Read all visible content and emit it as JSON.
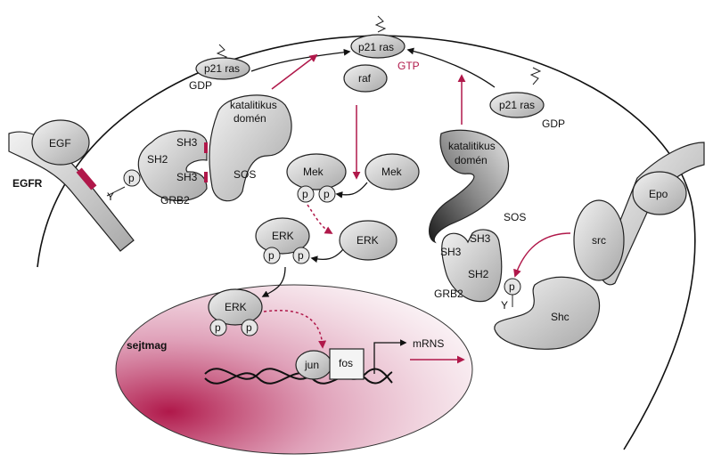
{
  "labels": {
    "egf": "EGF",
    "egfr": "EGFR",
    "y_left": "Y",
    "p_egfr": "p",
    "sh3_top_left": "SH3",
    "sh2_left": "SH2",
    "sh3_bottom_left": "SH3",
    "grb2_left": "GRB2",
    "sos_left": "SOS",
    "katalitikus_left": "katalitikus",
    "domen_left": "domén",
    "p21ras_gdp_left": "p21 ras",
    "gdp_left": "GDP",
    "p21ras_gtp": "p21 ras",
    "gtp": "GTP",
    "raf": "raf",
    "p21ras_gdp_right": "p21 ras",
    "gdp_right": "GDP",
    "katalitikus_right": "katalitikus",
    "domen_right": "domén",
    "sos_right": "SOS",
    "sh3_right_a": "SH3",
    "sh3_right_b": "SH3",
    "sh2_right": "SH2",
    "grb2_right": "GRB2",
    "mek_left": "Mek",
    "mek_right": "Mek",
    "mek_p1": "p",
    "mek_p2": "p",
    "erk_left": "ERK",
    "erk_right": "ERK",
    "erk_p1": "p",
    "erk_p2": "p",
    "erk_nuc": "ERK",
    "erk_nuc_p1": "p",
    "erk_nuc_p2": "p",
    "sejtmag": "sejtmag",
    "jun": "jun",
    "fos": "fos",
    "mrns": "mRNS",
    "epo": "Epo",
    "src": "src",
    "shc": "Shc",
    "p_shc": "p",
    "y_right": "Y"
  },
  "colors": {
    "accent": "#b0184a",
    "outline": "#222222",
    "protein_fill": "#d8d8d8",
    "nucleus": "#c2185b"
  }
}
